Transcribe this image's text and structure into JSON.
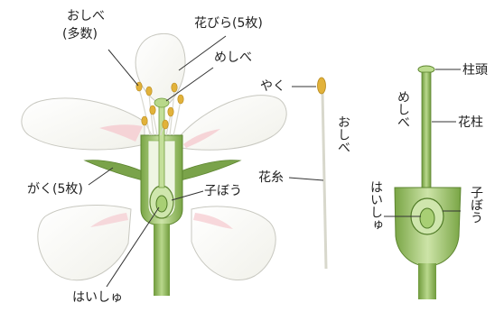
{
  "labels": {
    "stamens_line1": "おしべ",
    "stamens_line2": "(多数)",
    "petals": "花びら(5枚)",
    "pistil_main": "めしべ",
    "sepals": "がく(5枚)",
    "ovary_main": "子ぼう",
    "ovule_main": "はいしゅ",
    "anther": "やく",
    "stamen_vertical": "おしべ",
    "filament": "花糸",
    "stigma": "柱頭",
    "style": "花柱",
    "pistil_vertical": "めしべ",
    "ovule_vertical": "はいしゅ",
    "ovary_vertical": "子ぼう"
  },
  "colors": {
    "petal": "#fdfdfb",
    "petal_outline": "#c8c8c0",
    "petal_blush": "#f6c8cc",
    "green_dark": "#6f9a3c",
    "green_light": "#b9d88c",
    "anther": "#e2b23a"
  }
}
